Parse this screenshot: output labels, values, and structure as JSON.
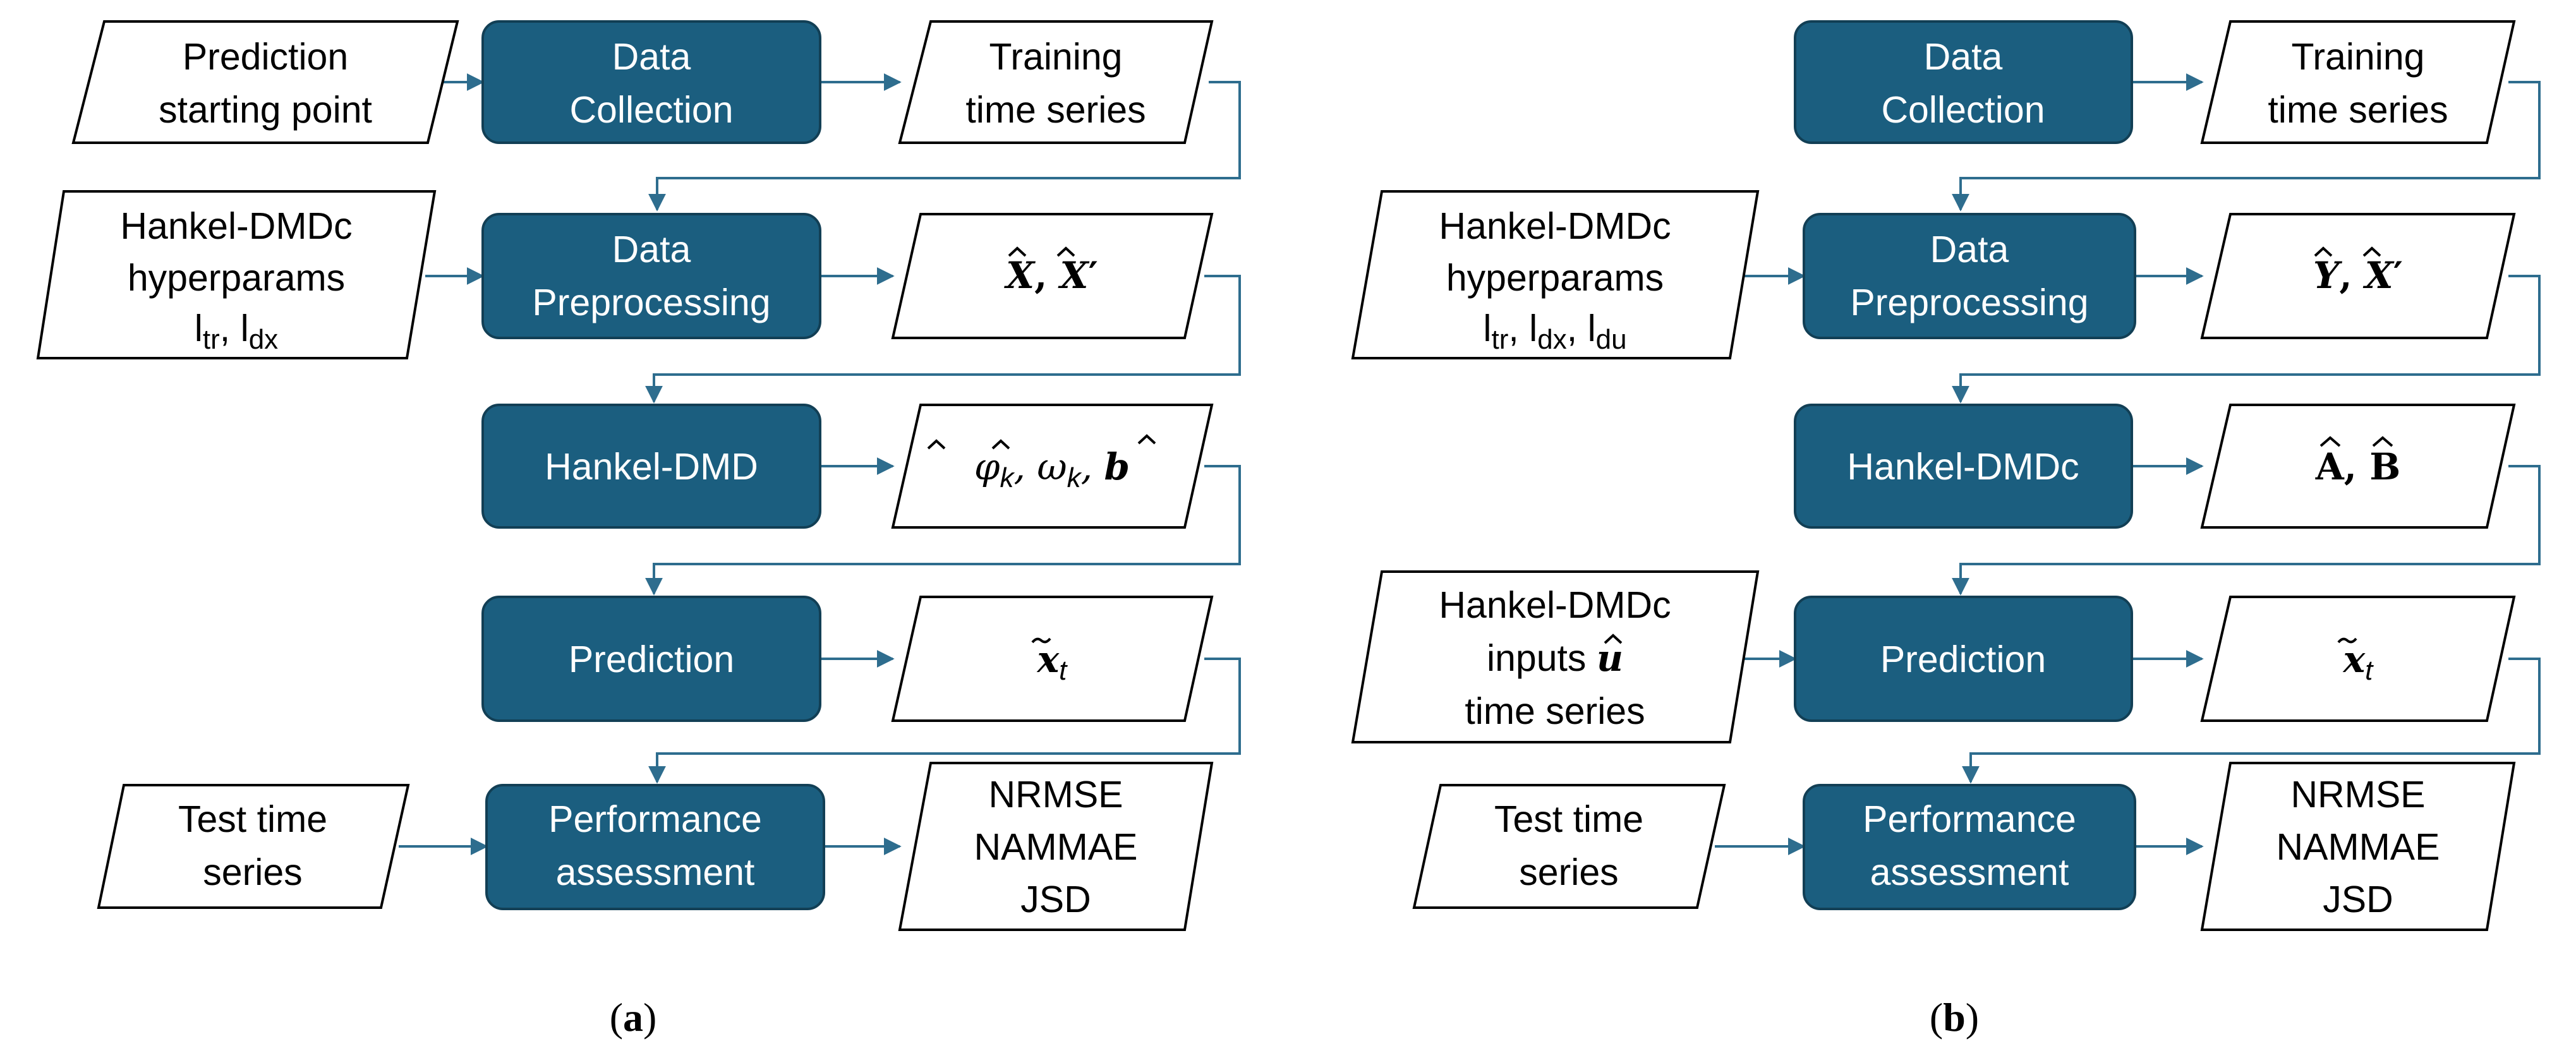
{
  "panel_a": {
    "caption_open": "(",
    "caption_letter": "a",
    "caption_close": ")",
    "process": {
      "data_collection": [
        "Data",
        "Collection"
      ],
      "data_preprocessing": [
        "Data",
        "Preprocessing"
      ],
      "hankel": "Hankel-DMD",
      "prediction": "Prediction",
      "performance": [
        "Performance",
        "assessment"
      ]
    },
    "inputs": {
      "start_point": [
        "Prediction",
        "starting point"
      ],
      "hyperparams": [
        "Hankel-DMDc",
        "hyperparams"
      ],
      "hyper_sub_1": "l",
      "hyper_sub_1_idx": "tr",
      "hyper_sub_sep": ", ",
      "hyper_sub_2": "l",
      "hyper_sub_2_idx": "dx",
      "test_series": [
        "Test time",
        "series"
      ]
    },
    "outputs": {
      "training": [
        "Training",
        "time series"
      ],
      "xx_sym1": "X",
      "xx_sep": ", ",
      "xx_sym2": "X",
      "xx_prime": "′",
      "modes_sym1": "φ",
      "modes_idx1": "k",
      "modes_sep1": ", ",
      "modes_sym2": "ω",
      "modes_idx2": "k",
      "modes_sep2": ", ",
      "modes_sym3": "b",
      "pred_sym": "x",
      "pred_idx": "t",
      "metrics": [
        "NRMSE",
        "NAMMAE",
        "JSD"
      ]
    }
  },
  "panel_b": {
    "caption_open": "(",
    "caption_letter": "b",
    "caption_close": ")",
    "process": {
      "data_collection": [
        "Data",
        "Collection"
      ],
      "data_preprocessing": [
        "Data",
        "Preprocessing"
      ],
      "hankel": "Hankel-DMDc",
      "prediction": "Prediction",
      "performance": [
        "Performance",
        "assessment"
      ]
    },
    "inputs": {
      "hyperparams": [
        "Hankel-DMDc",
        "hyperparams"
      ],
      "hyper_sub_1": "l",
      "hyper_sub_1_idx": "tr",
      "hyper_sub_2": "l",
      "hyper_sub_2_idx": "dx",
      "hyper_sub_3": "l",
      "hyper_sub_3_idx": "du",
      "hyper_sep": ", ",
      "inputs_line1": "Hankel-DMDc",
      "inputs_line2_text": "inputs ",
      "inputs_line2_sym": "u",
      "inputs_line3": "time series",
      "test_series": [
        "Test time",
        "series"
      ]
    },
    "outputs": {
      "training": [
        "Training",
        "time series"
      ],
      "yx_sym1": "Y",
      "yx_sep": ", ",
      "yx_sym2": "X",
      "yx_prime": "′",
      "ab_sym1": "A",
      "ab_sep": ", ",
      "ab_sym2": "B",
      "pred_sym": "x",
      "pred_idx": "t",
      "metrics": [
        "NRMSE",
        "NAMMAE",
        "JSD"
      ]
    }
  },
  "colors": {
    "process_fill": "#1b5e7f",
    "process_stroke": "#123f55",
    "connector": "#2e6d8e",
    "box_stroke": "#000000"
  }
}
